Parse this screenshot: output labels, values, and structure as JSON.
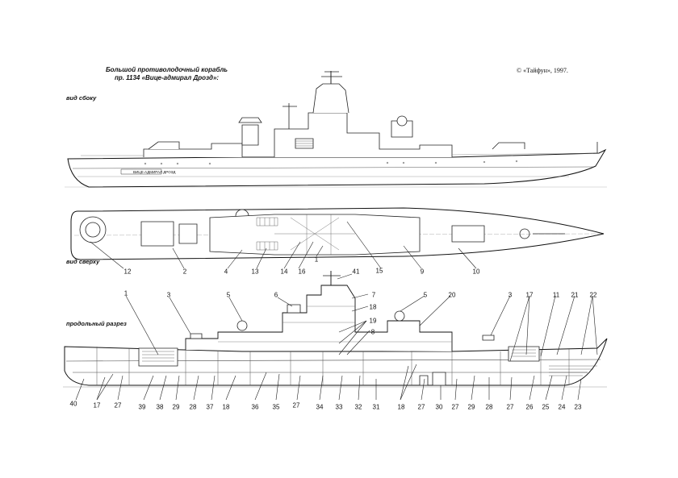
{
  "title_lines": [
    "Большой противолодочный корабль",
    "пр. 1134 «Вице-адмирал Дрозд»:"
  ],
  "copyright": "© «Тайфун», 1997.",
  "views": {
    "side": "вид сбоку",
    "top": "вид сверху",
    "section": "продольный разрез"
  },
  "hull_name": "ВИЦЕ-АДМИРАЛ ДРОЗД",
  "top_view_labels": [
    "12",
    "2",
    "4",
    "13",
    "14",
    "16",
    "15",
    "9",
    "10",
    "1"
  ],
  "section_top_labels": [
    "1",
    "3",
    "5",
    "6",
    "41",
    "7",
    "18",
    "19",
    "8",
    "5",
    "20",
    "3",
    "17",
    "11",
    "21",
    "22"
  ],
  "section_bottom_labels": [
    "40",
    "17",
    "27",
    "39",
    "38",
    "29",
    "28",
    "37",
    "18",
    "36",
    "35",
    "27",
    "34",
    "33",
    "32",
    "31",
    "18",
    "27",
    "30",
    "27",
    "29",
    "28",
    "27",
    "26",
    "25",
    "24",
    "23"
  ]
}
